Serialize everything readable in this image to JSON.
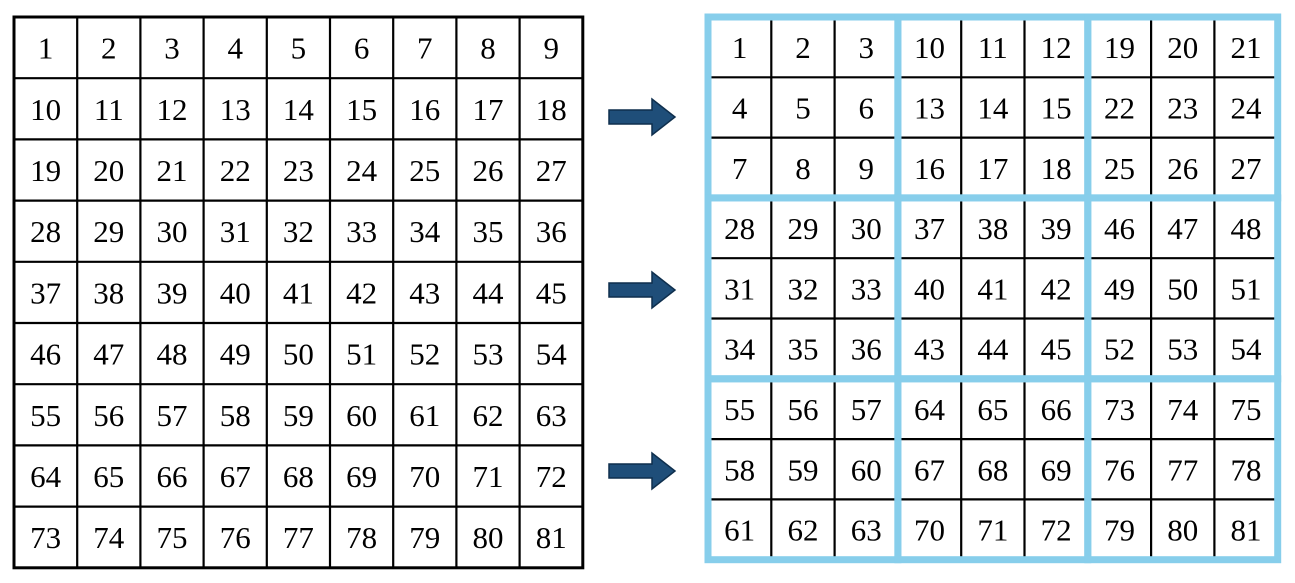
{
  "left_grid": {
    "cells": [
      [
        "1",
        "2",
        "3",
        "4",
        "5",
        "6",
        "7",
        "8",
        "9"
      ],
      [
        "10",
        "11",
        "12",
        "13",
        "14",
        "15",
        "16",
        "17",
        "18"
      ],
      [
        "19",
        "20",
        "21",
        "22",
        "23",
        "24",
        "25",
        "26",
        "27"
      ],
      [
        "28",
        "29",
        "30",
        "31",
        "32",
        "33",
        "34",
        "35",
        "36"
      ],
      [
        "37",
        "38",
        "39",
        "40",
        "41",
        "42",
        "43",
        "44",
        "45"
      ],
      [
        "46",
        "47",
        "48",
        "49",
        "50",
        "51",
        "52",
        "53",
        "54"
      ],
      [
        "55",
        "56",
        "57",
        "58",
        "59",
        "60",
        "61",
        "62",
        "63"
      ],
      [
        "64",
        "65",
        "66",
        "67",
        "68",
        "69",
        "70",
        "71",
        "72"
      ],
      [
        "73",
        "74",
        "75",
        "76",
        "77",
        "78",
        "79",
        "80",
        "81"
      ]
    ]
  },
  "right_grid": {
    "cells": [
      [
        "1",
        "2",
        "3",
        "10",
        "11",
        "12",
        "19",
        "20",
        "21"
      ],
      [
        "4",
        "5",
        "6",
        "13",
        "14",
        "15",
        "22",
        "23",
        "24"
      ],
      [
        "7",
        "8",
        "9",
        "16",
        "17",
        "18",
        "25",
        "26",
        "27"
      ],
      [
        "28",
        "29",
        "30",
        "37",
        "38",
        "39",
        "46",
        "47",
        "48"
      ],
      [
        "31",
        "32",
        "33",
        "40",
        "41",
        "42",
        "49",
        "50",
        "51"
      ],
      [
        "34",
        "35",
        "36",
        "43",
        "44",
        "45",
        "52",
        "53",
        "54"
      ],
      [
        "55",
        "56",
        "57",
        "64",
        "65",
        "66",
        "73",
        "74",
        "75"
      ],
      [
        "58",
        "59",
        "60",
        "67",
        "68",
        "69",
        "76",
        "77",
        "78"
      ],
      [
        "61",
        "62",
        "63",
        "70",
        "71",
        "72",
        "79",
        "80",
        "81"
      ]
    ]
  },
  "colors": {
    "block_border": "#87ceeb",
    "arrow_fill": "#1f4e79",
    "arrow_stroke": "#0f2f4d",
    "grid_line": "#000000"
  },
  "icons": {
    "arrow": "right-arrow-icon"
  }
}
